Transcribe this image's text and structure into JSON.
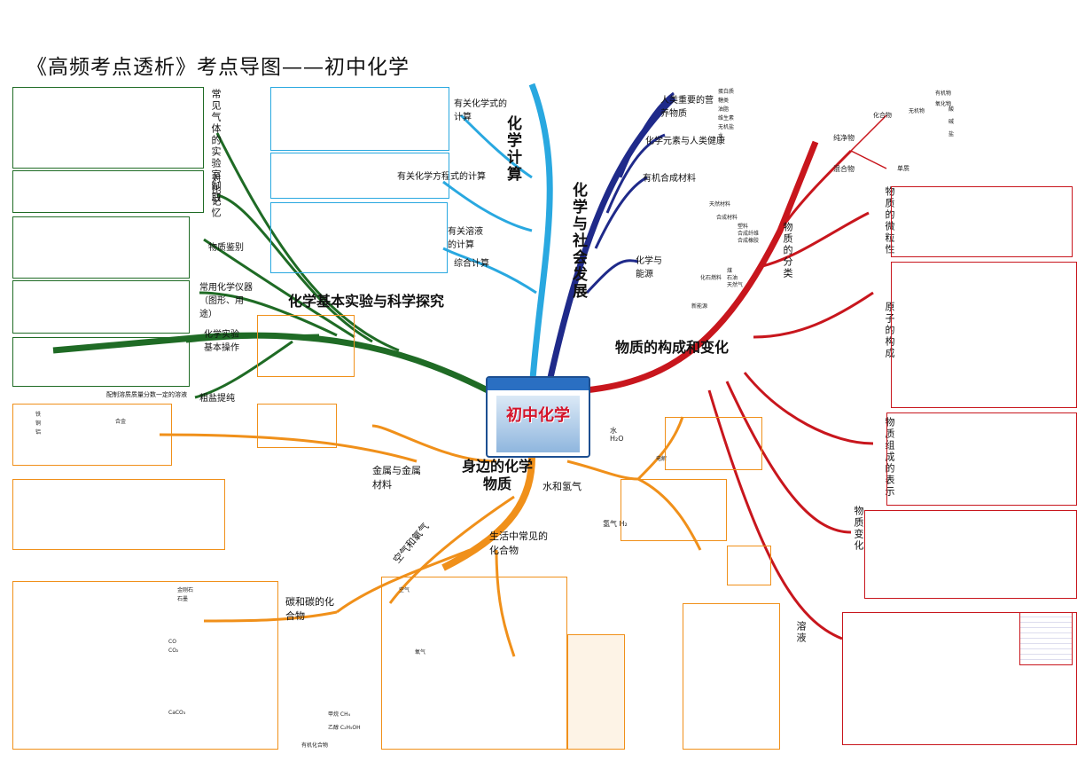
{
  "title": "《高频考点透析》考点导图——初中化学",
  "center": "初中化学",
  "branches": {
    "calc": "化学计算",
    "society": "化学与社会发展",
    "structure": "物质的构成和变化",
    "experiment": "化学基本实验与科学探究",
    "substances": "身边的化学物质"
  },
  "calc_subs": [
    "有关化学式的计算",
    "有关化学方程式的计算",
    "有关溶液的计算",
    "综合计算"
  ],
  "society_subs": [
    "人类重要的营养物质",
    "化学元素与人类健康",
    "有机合成材料",
    "化学与能源"
  ],
  "structure_subs": [
    "物质的分类",
    "物质的微粒性",
    "原子的构成",
    "物质组成的表示",
    "物质变化",
    "溶液"
  ],
  "experiment_subs": [
    "常见气体的实验室制取",
    "对比记忆",
    "物质鉴别",
    "常用化学仪器（图形、用途）",
    "化学实验基本操作",
    "粗盐提纯",
    "配制溶质质量分数一定的溶液"
  ],
  "substance_subs": [
    "金属与金属材料",
    "水和氢气",
    "空气和氧气",
    "碳和碳的化合物",
    "生活中常见的化合物"
  ],
  "class_nodes": [
    "纯净物",
    "混合物",
    "化合物",
    "单质",
    "有机物",
    "无机物",
    "酸",
    "碱",
    "盐",
    "氧化物"
  ],
  "society_leaves": [
    "蛋白质",
    "糖类",
    "油脂",
    "维生素",
    "无机盐",
    "水",
    "天然材料",
    "合成材料",
    "塑料",
    "合成纤维",
    "合成橡胶",
    "煤",
    "石油",
    "天然气",
    "化石燃料",
    "新能源"
  ],
  "substance_leaves": [
    "水",
    "H₂O",
    "氢气 H₂",
    "电解",
    "空气",
    "氧气",
    "金刚石",
    "石墨",
    "CO",
    "CO₂",
    "CaCO₃",
    "甲烷 CH₄",
    "乙醇 C₂H₅OH",
    "有机化合物",
    "铁",
    "铜",
    "铝",
    "合金"
  ]
}
